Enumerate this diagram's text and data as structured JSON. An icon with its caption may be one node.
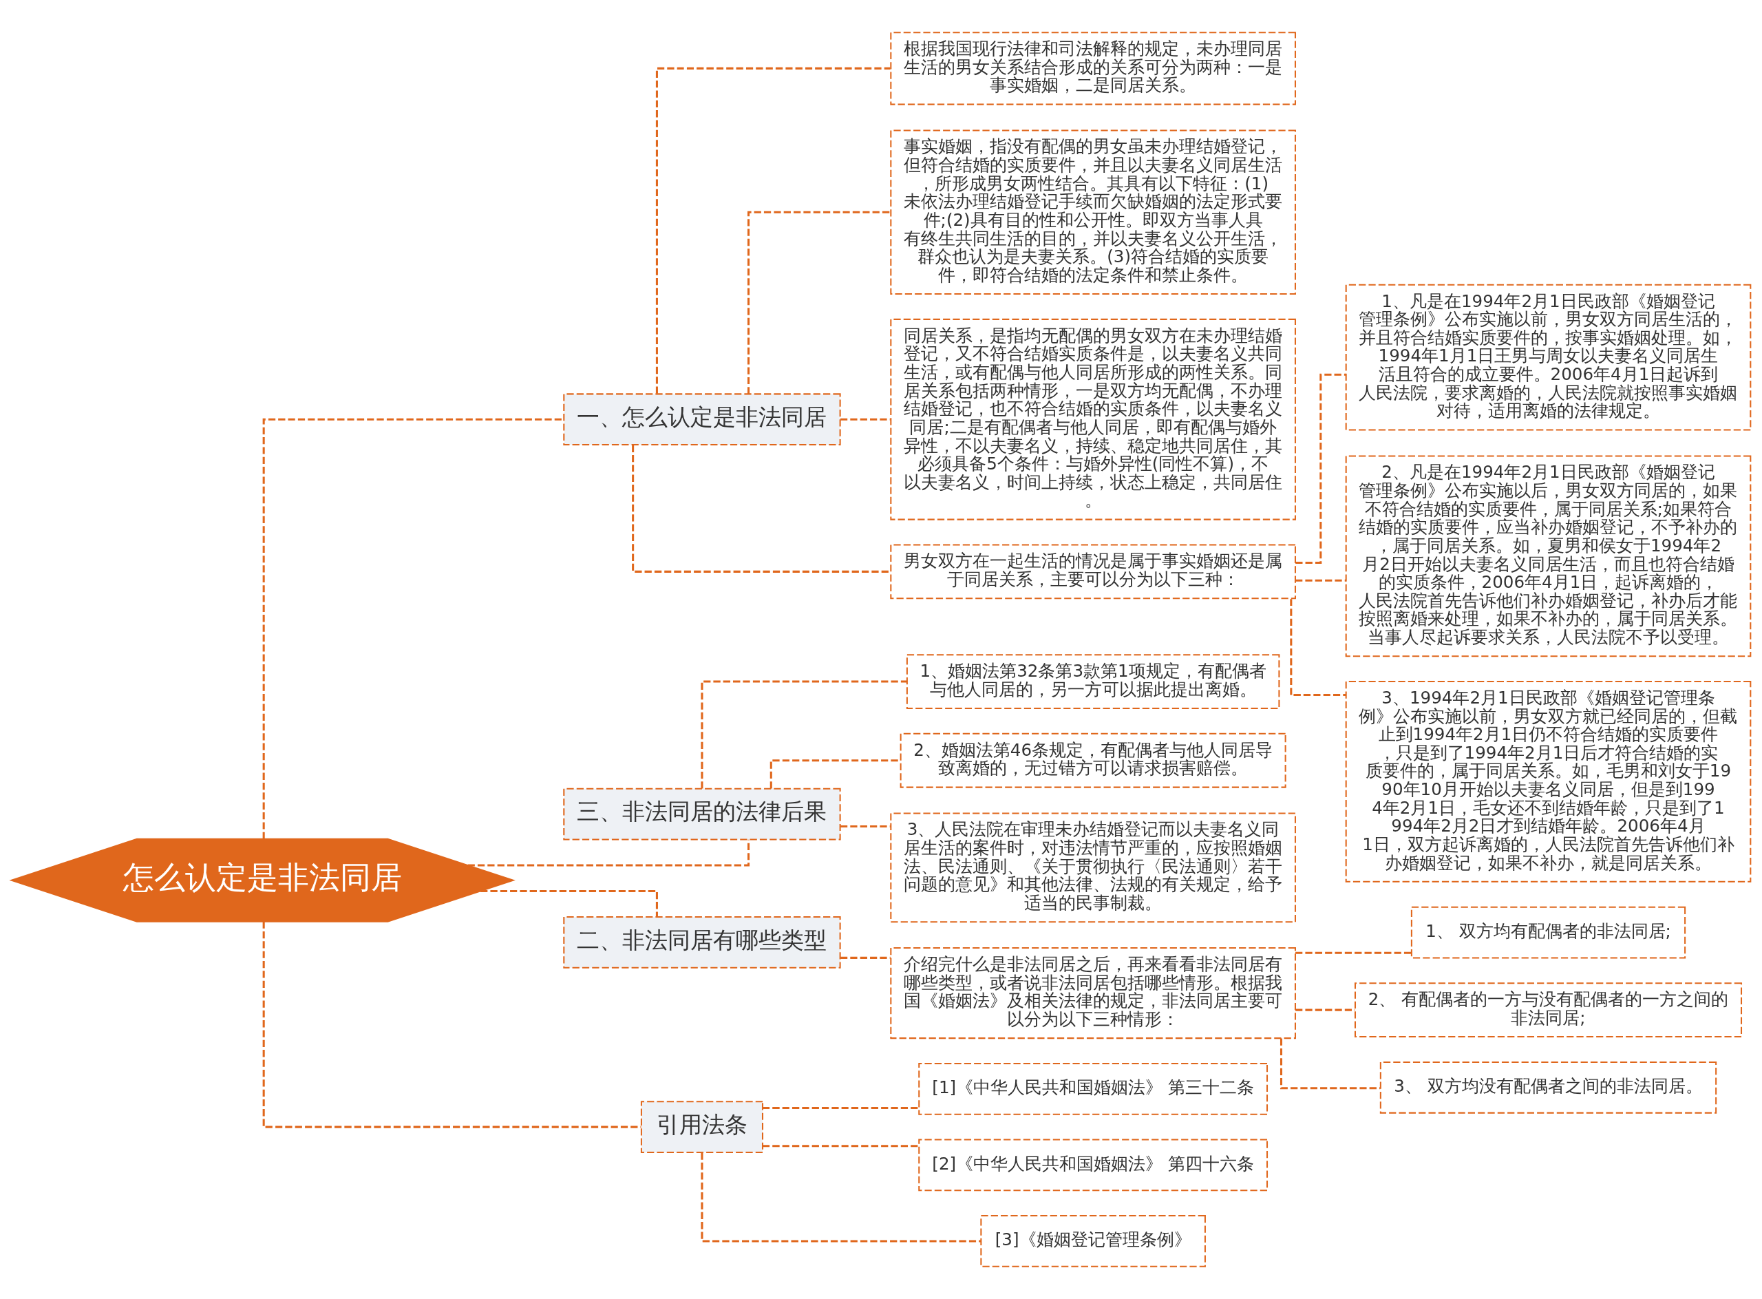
{
  "diagram": {
    "nodes": [
      {
        "text": [
          "怎么认定是非法同居"
        ]
      },
      {
        "text": [
          "一、怎么认定是非法同居"
        ]
      },
      {
        "text": [
          "根据我国现行法律和司法解释的规定，未办理同居生活的男女关系结合形成的关系可分为两种：一是事实婚姻，二是同居关系。"
        ]
      },
      {
        "text": [
          "事实婚姻，指没有配偶的男女虽未办理结婚登记，但符合结婚的实质要件，并且以夫妻名义同居生活，所形成男女两性结合。其具有以下特征：(1)未依法办理结婚登记手续而欠缺婚姻的法定形式要件;(2)具有目的性和公开性。即双方当事人具有终生共同生活的目的，并以夫妻名义公开生活，群众也认为是夫妻关系。(3)符合结婚的实质要件，即符合结婚的法定条件和禁止条件。"
        ]
      },
      {
        "text": [
          "同居关系，是指均无配偶的男女双方在未办理结婚登记，又不符合结婚实质条件是，以夫妻名义共同生活，或有配偶与他人同居所形成的两性关系。同居关系包括两种情形，一是双方均无配偶，不办理结婚登记，也不符合结婚的实质条件，以夫妻名义同居;二是有配偶者与他人同居，即有配偶与婚外异性，不以夫妻名义，持续、稳定地共同居住，其必须具备5个条件：与婚外异性(同性不算)，不以夫妻名义，时间上持续，状态上稳定，共同居住。"
        ]
      },
      {
        "text": [
          "男女双方在一起生活的情况是属于事实婚姻还是属于同居关系，主要可以分为以下三种："
        ]
      },
      {
        "text": [
          "1、凡是在1994年2月1日民政部《婚姻登记管理条例》公布实施以前，男女双方同居生活的，并且符合结婚实质要件的，按事实婚姻处理。如，1994年1月1日王男与周女以夫妻名义同居生活且符合的成立要件。2006年4月1日起诉到人民法院，要求离婚的，人民法院就按照事实婚姻对待，适用离婚的法律规定。"
        ]
      },
      {
        "text": [
          "2、凡是在1994年2月1日民政部《婚姻登记管理条例》公布实施以后，男女双方同居的，如果不符合结婚的实质要件，属于同居关系;如果符合结婚的实质要件，应当补办婚姻登记，不予补办的，属于同居关系。如，夏男和侯女于1994年2月2日开始以夫妻名义同居生活，而且也符合结婚的实质条件，2006年4月1日，起诉离婚的，人民法院首先告诉他们补办婚姻登记，补办后才能按照离婚来处理，如果不补办的，属于同居关系。当事人尽起诉要求关系，人民法院不予以受理。"
        ]
      },
      {
        "text": [
          "3、1994年2月1日民政部《婚姻登记管理条例》公布实施以前，男女双方就已经同居的，但截止到1994年2月1日仍不符合结婚的实质要件，只是到了1994年2月1日后才符合结婚的实质要件的，属于同居关系。如，毛男和刘女于1990年10月开始以夫妻名义同居，但是到1994年2月1日，毛女还不到结婚年龄，只是到了1994年2月2日才到结婚年龄。2006年4月1日，双方起诉离婚的，人民法院首先告诉他们补办婚姻登记，如果不补办，就是同居关系。"
        ]
      },
      {
        "text": [
          "三、非法同居的法律后果"
        ]
      },
      {
        "text": [
          "1、婚姻法第32条第3款第1项规定，有配偶者与他人同居的，另一方可以据此提出离婚。"
        ]
      },
      {
        "text": [
          "2、婚姻法第46条规定，有配偶者与他人同居导致离婚的，无过错方可以请求损害赔偿。"
        ]
      },
      {
        "text": [
          "3、人民法院在审理未办结婚登记而以夫妻名义同居生活的案件时，对违法情节严重的，应按照婚姻法、民法通则、《关于贯彻执行〈民法通则〉若干问题的意见》和其他法律、法规的有关规定，给予适当的民事制裁。"
        ]
      },
      {
        "text": [
          "二、非法同居有哪些类型"
        ]
      },
      {
        "text": [
          "介绍完什么是非法同居之后，再来看看非法同居有哪些类型，或者说非法同居包括哪些情形。根据我国《婚姻法》及相关法律的规定，非法同居主要可以分为以下三种情形："
        ]
      },
      {
        "text": [
          "1、 双方均有配偶者的非法同居;"
        ]
      },
      {
        "text": [
          "2、 有配偶者的一方与没有配偶者的一方之间的非法同居;"
        ]
      },
      {
        "text": [
          "3、 双方均没有配偶者之间的非法同居。"
        ]
      },
      {
        "text": [
          "引用法条"
        ]
      },
      {
        "text": [
          "[1]《中华人民共和国婚姻法》 第三十二条"
        ]
      },
      {
        "text": [
          "[2]《中华人民共和国婚姻法》 第四十六条"
        ]
      },
      {
        "text": [
          "[3]《婚姻登记管理条例》"
        ]
      }
    ],
    "edges": [
      {
        "from": 0,
        "to": 1,
        "arrow": "none"
      },
      {
        "from": 1,
        "to": 2,
        "arrow": "none"
      },
      {
        "from": 1,
        "to": 3,
        "arrow": "none"
      },
      {
        "from": 1,
        "to": 4,
        "arrow": "none"
      },
      {
        "from": 1,
        "to": 5,
        "arrow": "none"
      },
      {
        "from": 5,
        "to": 6,
        "arrow": "none"
      },
      {
        "from": 5,
        "to": 7,
        "arrow": "none"
      },
      {
        "from": 5,
        "to": 8,
        "arrow": "none"
      },
      {
        "from": 0,
        "to": 9,
        "arrow": "none"
      },
      {
        "from": 9,
        "to": 10,
        "arrow": "none"
      },
      {
        "from": 9,
        "to": 11,
        "arrow": "none"
      },
      {
        "from": 9,
        "to": 12,
        "arrow": "none"
      },
      {
        "from": 0,
        "to": 13,
        "arrow": "none"
      },
      {
        "from": 13,
        "to": 14,
        "arrow": "none"
      },
      {
        "from": 14,
        "to": 15,
        "arrow": "none"
      },
      {
        "from": 14,
        "to": 16,
        "arrow": "none"
      },
      {
        "from": 14,
        "to": 17,
        "arrow": "none"
      },
      {
        "from": 0,
        "to": 18,
        "arrow": "none"
      },
      {
        "from": 18,
        "to": 19,
        "arrow": "none"
      },
      {
        "from": 18,
        "to": 20,
        "arrow": "none"
      },
      {
        "from": 18,
        "to": 21,
        "arrow": "none"
      }
    ]
  }
}
